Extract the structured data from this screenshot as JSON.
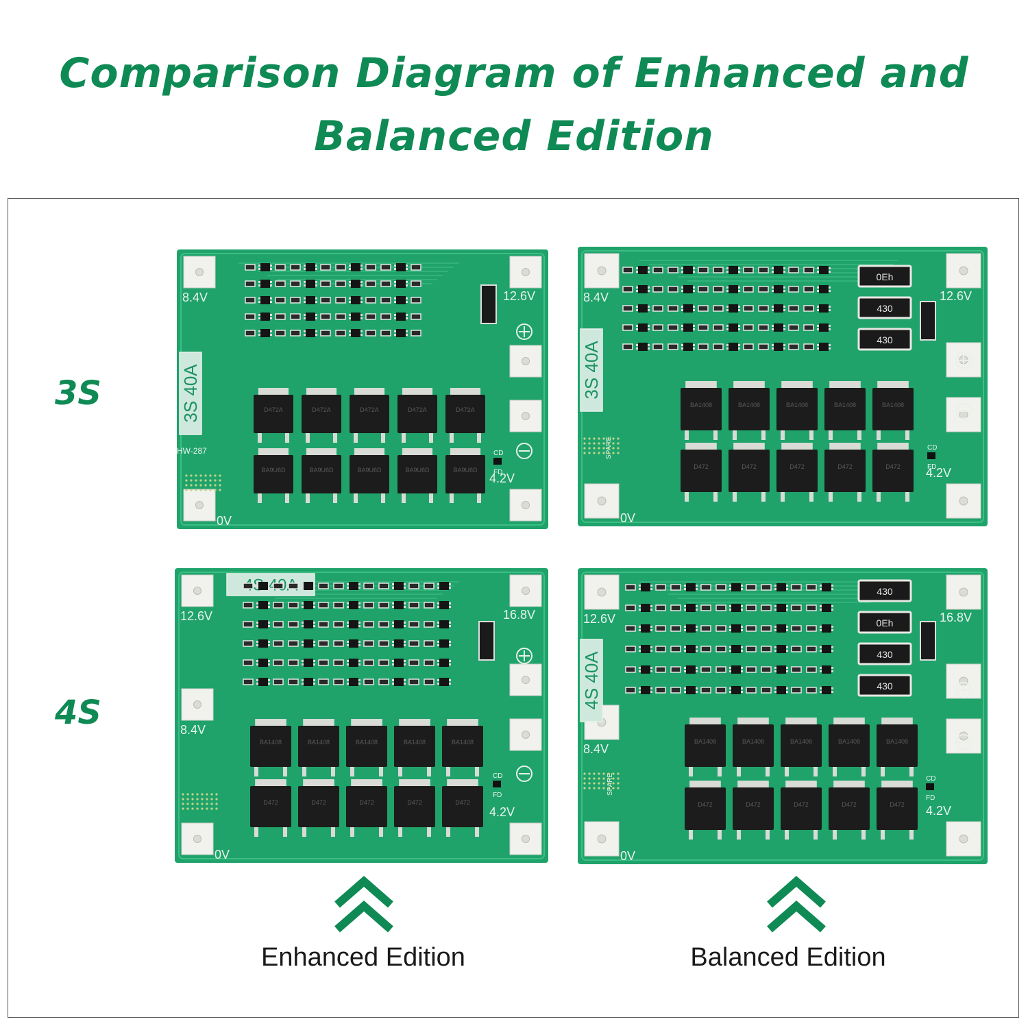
{
  "title": {
    "line1": "Comparison Diagram of Enhanced and",
    "line2": "Balanced Edition"
  },
  "rows": [
    {
      "label": "3S"
    },
    {
      "label": "4S"
    }
  ],
  "boards": {
    "enh3s": {
      "model": "3S",
      "rating": "40A",
      "tag": "HW-287",
      "v_tl": "8.4V",
      "v_tr": "12.6V",
      "v_br": "4.2V",
      "v_bl": "0V",
      "cd": "CD",
      "fd": "FD",
      "mos_top": "D472A",
      "mos_bot": "BA9U6D"
    },
    "bal3s": {
      "model": "3S",
      "rating": "40A",
      "v_tl": "8.4V",
      "v_tr": "12.6V",
      "v_br": "4.2V",
      "v_bl": "0V",
      "cd": "CD",
      "fd": "FD",
      "spare": "SPARE",
      "res": [
        "0Eh",
        "430",
        "430"
      ],
      "mos_top": "BA1408",
      "mos_bot": "D472"
    },
    "enh4s": {
      "model": "4S",
      "rating": "40A",
      "v_tl": "12.6V",
      "v_tr": "16.8V",
      "v_ml": "8.4V",
      "v_br": "4.2V",
      "v_bl": "0V",
      "cd": "CD",
      "fd": "FD",
      "mos_top": "BA1408",
      "mos_bot": "D472"
    },
    "bal4s": {
      "model": "4S",
      "rating": "40A",
      "v_tl": "12.6V",
      "v_tr": "16.8V",
      "v_ml": "8.4V",
      "v_br": "4.2V",
      "v_bl": "0V",
      "cd": "CD",
      "fd": "FD",
      "spare": "SPARE",
      "res": [
        "430",
        "0Eh",
        "430",
        "430"
      ],
      "mos_top": "BA1408",
      "mos_bot": "D472"
    }
  },
  "captions": {
    "left": "Enhanced Edition",
    "right": "Balanced Edition"
  },
  "colors": {
    "accent": "#0f8a55",
    "pcb": "#1fa36b",
    "pcb_dark": "#148a55"
  }
}
